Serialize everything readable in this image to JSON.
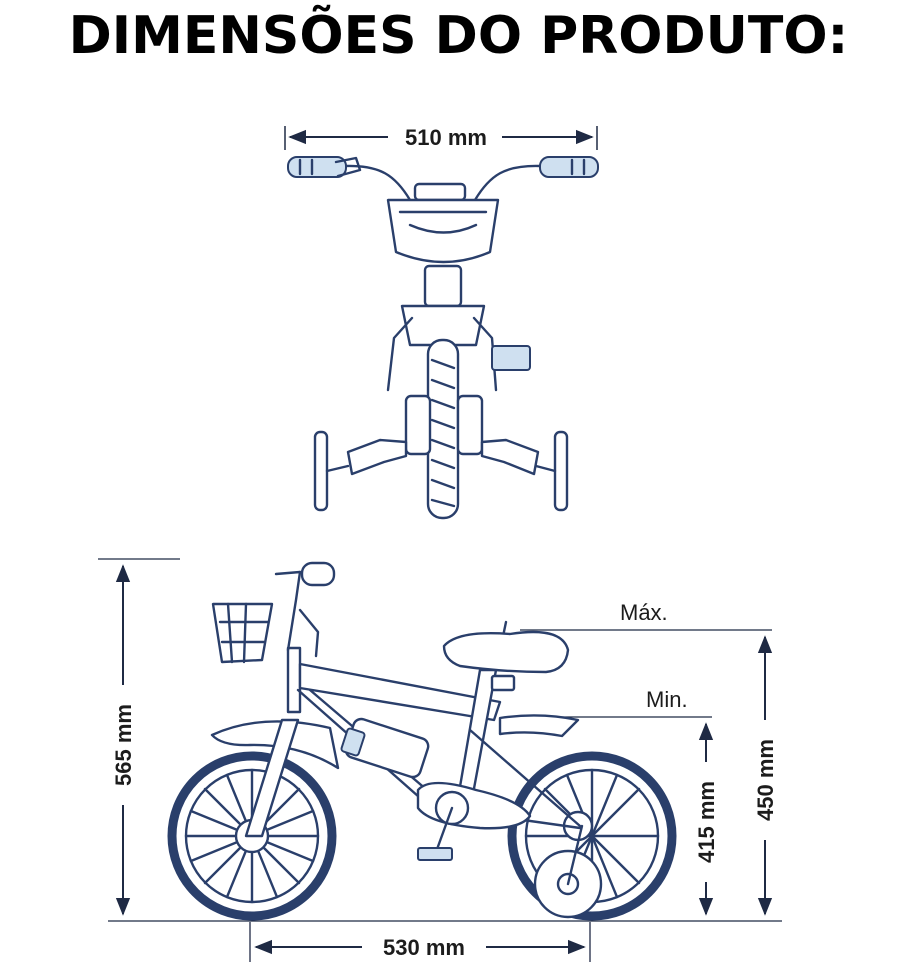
{
  "title": "DIMENSÕES DO PRODUTO:",
  "dimensions": {
    "handlebar_width": "510 mm",
    "total_height": "565 mm",
    "wheelbase": "530 mm",
    "seat_height_min": "415 mm",
    "seat_height_max": "450 mm"
  },
  "labels": {
    "max": "Máx.",
    "min": "Min."
  },
  "colors": {
    "drawing": "#2a3f6b",
    "text": "#1c1c1c"
  }
}
